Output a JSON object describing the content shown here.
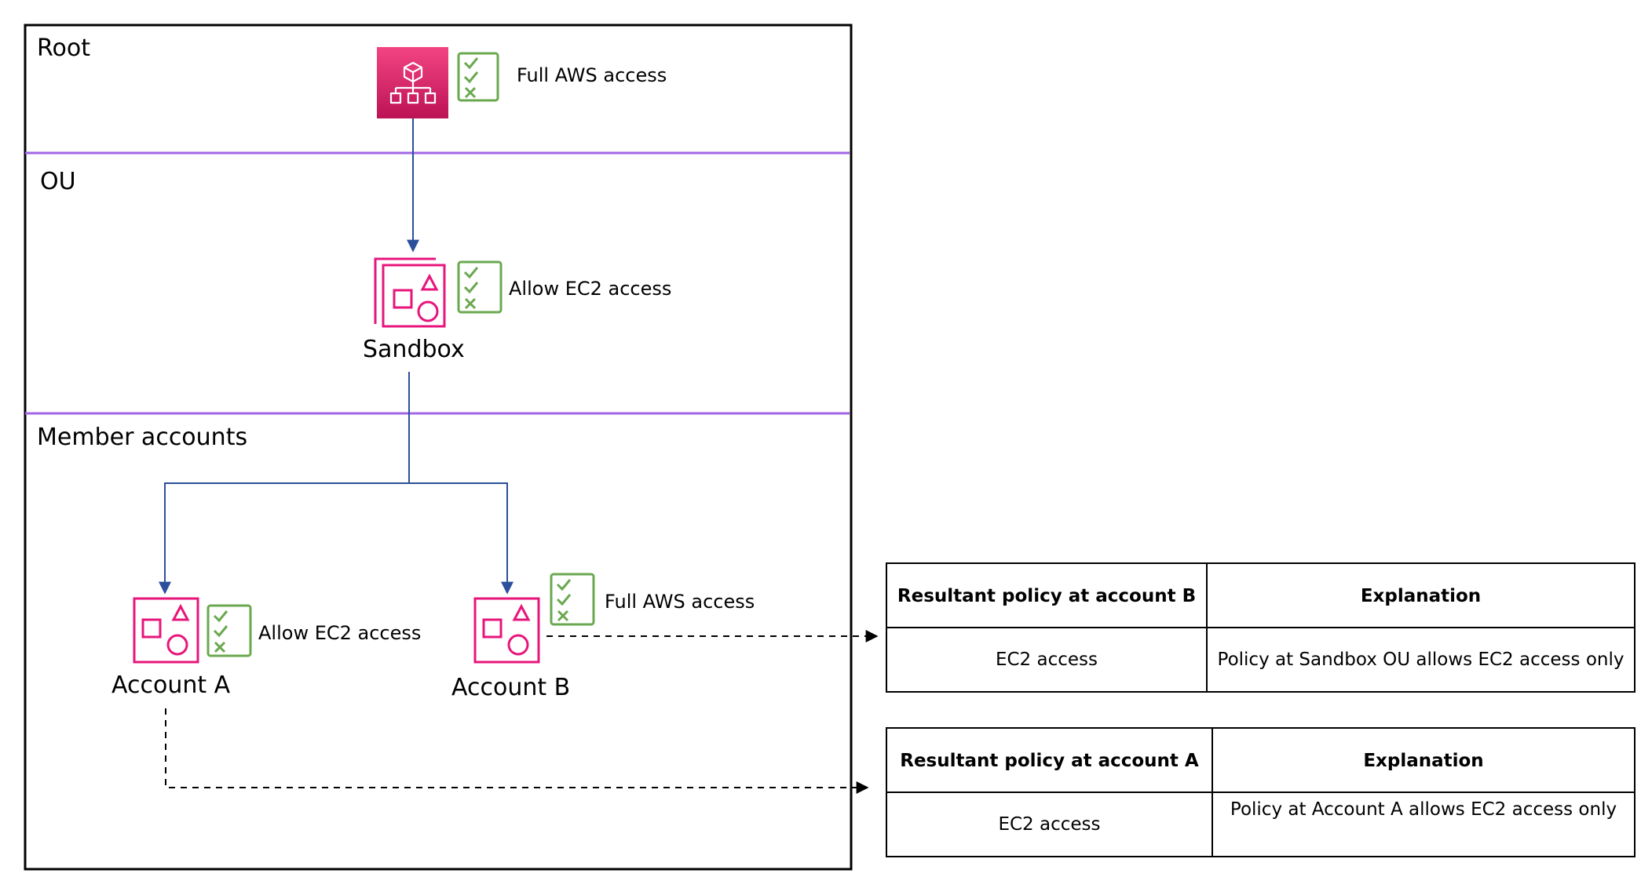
{
  "colors": {
    "divider": "#a166e6",
    "connector": "#2a4f9b",
    "account_icon": "#e7157b",
    "root_icon_top": "#f34482",
    "root_icon_bottom": "#bc1356",
    "policy_icon": "#6aa84f",
    "frame": "#000000"
  },
  "zones": {
    "root": "Root",
    "ou": "OU",
    "members": "Member accounts"
  },
  "nodes": {
    "root": {
      "icon": "organizations-icon",
      "policy": "Full AWS access"
    },
    "sandbox": {
      "label": "Sandbox",
      "icon": "organizational-unit-icon",
      "policy": "Allow EC2 access"
    },
    "account_a": {
      "label": "Account A",
      "icon": "account-icon",
      "policy": "Allow EC2 access"
    },
    "account_b": {
      "label": "Account B",
      "icon": "account-icon",
      "policy": "Full AWS access"
    }
  },
  "tables": {
    "account_b": {
      "headers": [
        "Resultant policy at account B",
        "Explanation"
      ],
      "row": [
        "EC2 access",
        "Policy at Sandbox OU allows EC2 access only"
      ]
    },
    "account_a": {
      "headers": [
        "Resultant policy at account A",
        "Explanation"
      ],
      "row": [
        "EC2 access",
        "Policy at Account A allows EC2 access only"
      ]
    }
  }
}
